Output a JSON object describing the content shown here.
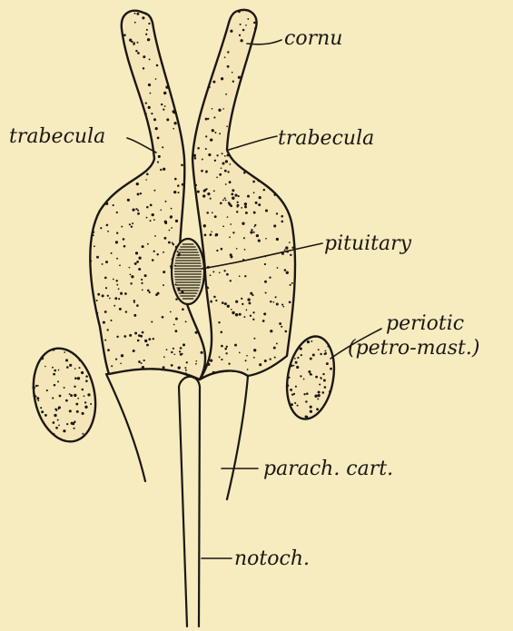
{
  "labels": {
    "cornu": "cornu",
    "trabecula_left": "trabecula",
    "trabecula_right": "trabecula",
    "pituitary": "pituitary",
    "periotic": "periotic",
    "petro_mast": "(petro-mast.)",
    "parach_cart": "parach. cart.",
    "notoch": "notoch."
  },
  "colors": {
    "paper": "#f7ebc0",
    "ink": "#1b1713",
    "cartilage": "#f4e6b8"
  }
}
